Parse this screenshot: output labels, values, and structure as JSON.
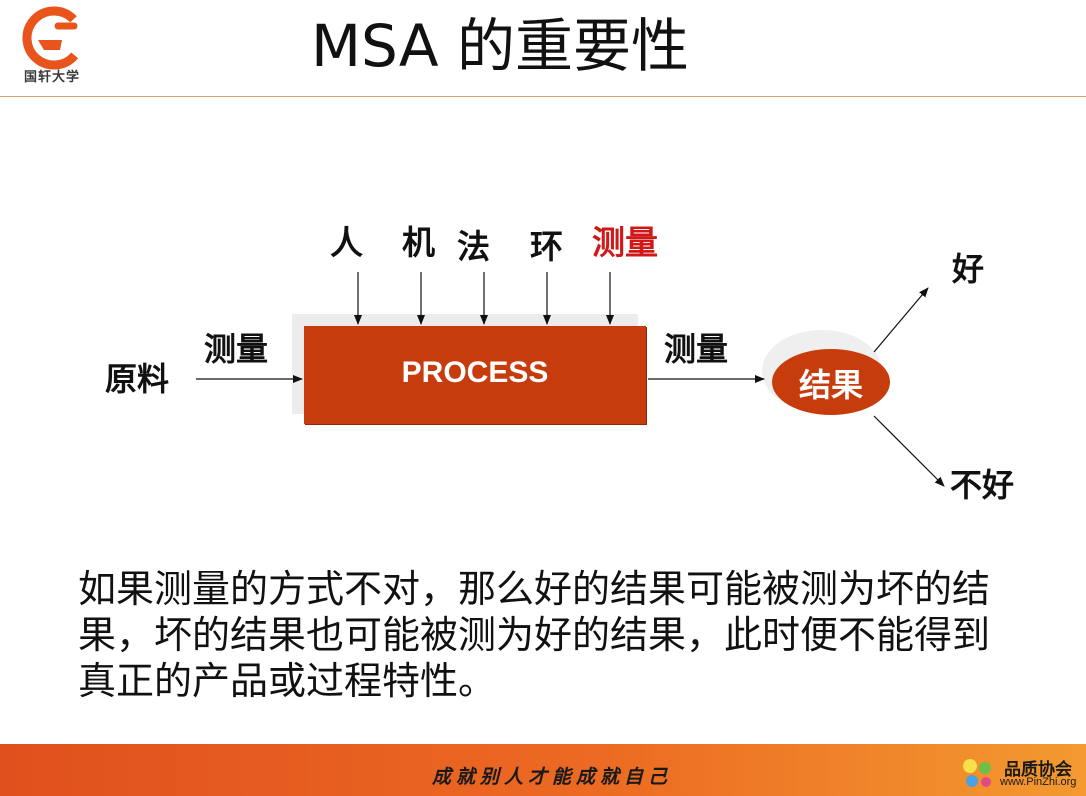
{
  "header": {
    "logo_text": "国轩大学",
    "title": "MSA 的重要性"
  },
  "diagram": {
    "factors": [
      "人",
      "机",
      "法",
      "环",
      "测量"
    ],
    "input_label": "原料",
    "input_measure": "测量",
    "process_label": "PROCESS",
    "output_measure": "测量",
    "result_label": "结果",
    "good_label": "好",
    "bad_label": "不好",
    "colors": {
      "accent": "#c63c0c",
      "measure_red": "#d01818"
    }
  },
  "body": {
    "paragraph": "如果测量的方式不对，那么好的结果可能被测为坏的结果，坏的结果也可能被测为好的结果，此时便不能得到真正的产品或过程特性。"
  },
  "footer": {
    "slogan": "成就别人才能成就自己",
    "association_name": "品质协会",
    "association_url": "www.PinZhi.org"
  }
}
